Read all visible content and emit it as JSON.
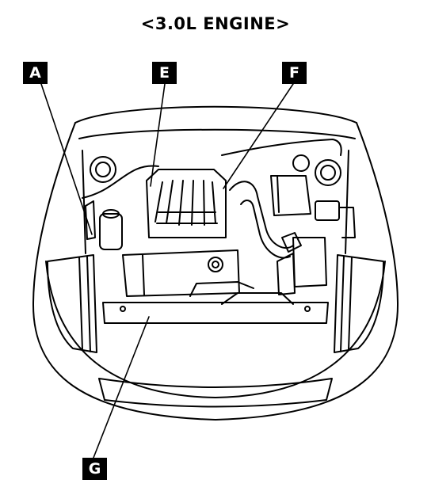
{
  "title": "<3.0L ENGINE>",
  "callouts": {
    "a": "A",
    "e": "E",
    "f": "F",
    "g": "G"
  },
  "colors": {
    "ink": "#000000",
    "paper": "#ffffff"
  }
}
